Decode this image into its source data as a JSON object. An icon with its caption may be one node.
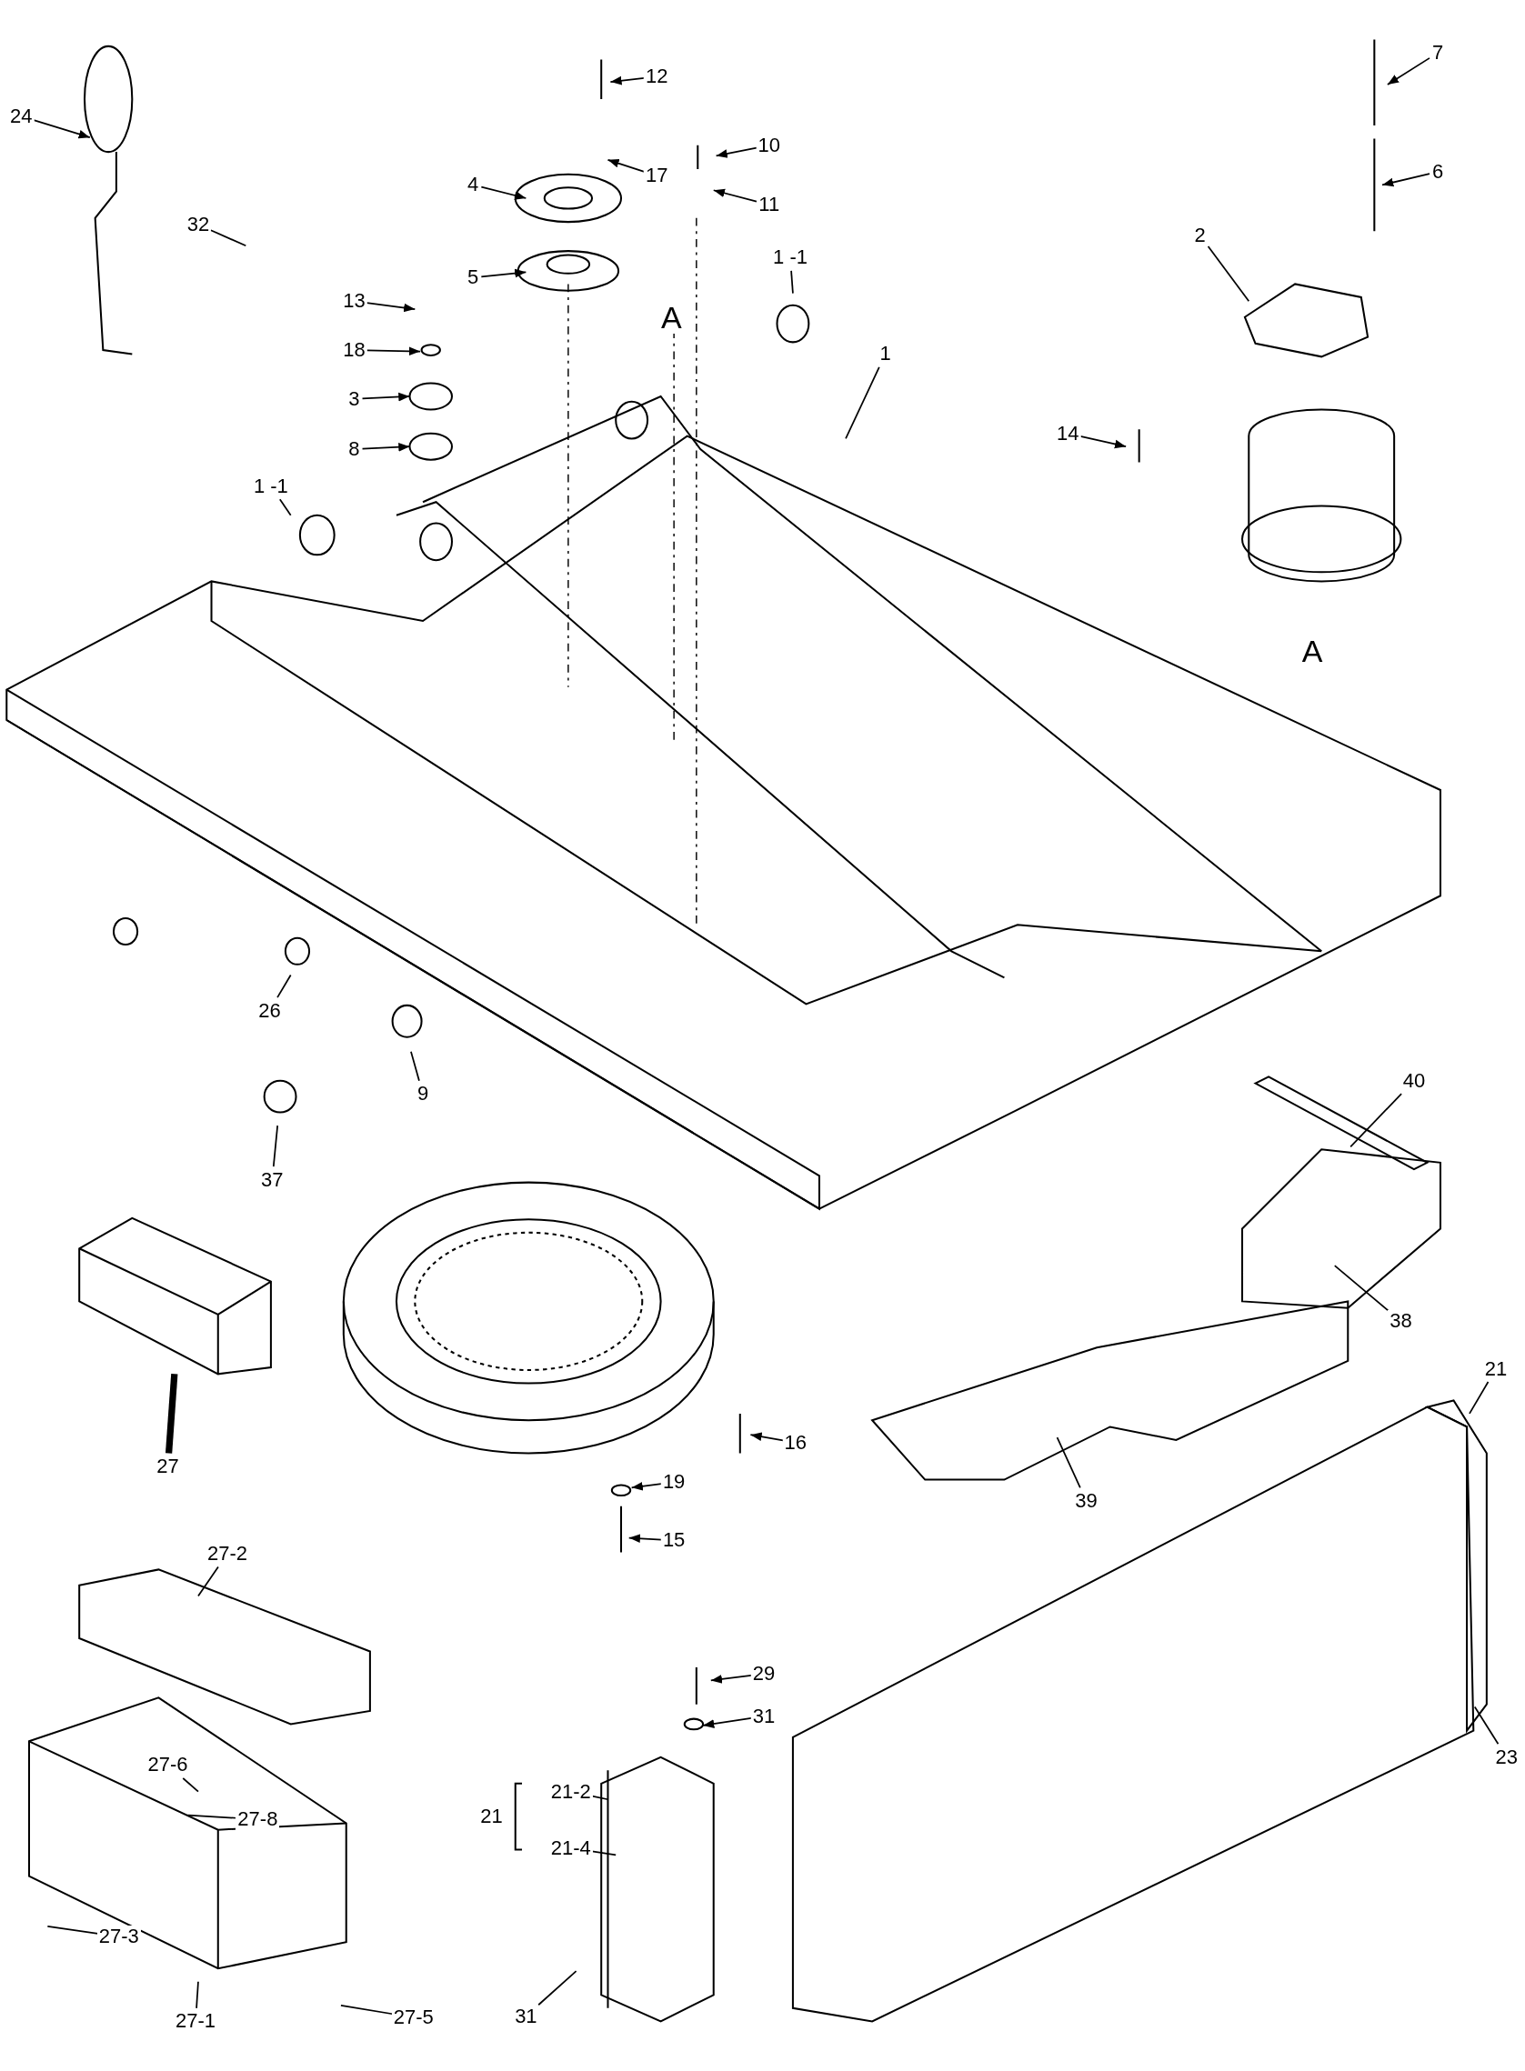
{
  "diagram": {
    "nodes": [
      {
        "text": [
          "24"
        ]
      },
      {
        "text": [
          "32"
        ]
      },
      {
        "text": [
          "12"
        ]
      },
      {
        "text": [
          "17"
        ]
      },
      {
        "text": [
          "10"
        ]
      },
      {
        "text": [
          "11"
        ]
      },
      {
        "text": [
          "4"
        ]
      },
      {
        "text": [
          "5"
        ]
      },
      {
        "text": [
          "13"
        ]
      },
      {
        "text": [
          "18"
        ]
      },
      {
        "text": [
          "3"
        ]
      },
      {
        "text": [
          "8"
        ]
      },
      {
        "text": [
          "1 -1"
        ]
      },
      {
        "text": [
          "1"
        ]
      },
      {
        "text": [
          "7"
        ]
      },
      {
        "text": [
          "6"
        ]
      },
      {
        "text": [
          "2"
        ]
      },
      {
        "text": [
          "14"
        ]
      },
      {
        "text": [
          "1 -1"
        ]
      },
      {
        "text": [
          "26"
        ]
      },
      {
        "text": [
          "9"
        ]
      },
      {
        "text": [
          "37"
        ]
      },
      {
        "text": [
          "40"
        ]
      },
      {
        "text": [
          "38"
        ]
      },
      {
        "text": [
          "27"
        ]
      },
      {
        "text": [
          "39"
        ]
      },
      {
        "text": [
          "21"
        ]
      },
      {
        "text": [
          "16"
        ]
      },
      {
        "text": [
          "19"
        ]
      },
      {
        "text": [
          "15"
        ]
      },
      {
        "text": [
          "27-2"
        ]
      },
      {
        "text": [
          "29"
        ]
      },
      {
        "text": [
          "31"
        ]
      },
      {
        "text": [
          "23"
        ]
      },
      {
        "text": [
          "27-6"
        ]
      },
      {
        "text": [
          "27-8"
        ]
      },
      {
        "text": [
          "21-2"
        ]
      },
      {
        "text": [
          "21-4"
        ]
      },
      {
        "text": [
          "27-3"
        ]
      },
      {
        "text": [
          "27-1"
        ]
      },
      {
        "text": [
          "27-5"
        ]
      },
      {
        "text": [
          "31"
        ]
      },
      {
        "text": [
          "21"
        ]
      }
    ],
    "edges": [
      {
        "from": 0,
        "to": null,
        "arrow": "to"
      },
      {
        "from": 1,
        "to": null,
        "arrow": "none"
      },
      {
        "from": 2,
        "to": null,
        "arrow": "to"
      },
      {
        "from": 3,
        "to": null,
        "arrow": "to"
      },
      {
        "from": 4,
        "to": null,
        "arrow": "to"
      },
      {
        "from": 5,
        "to": null,
        "arrow": "to"
      },
      {
        "from": 6,
        "to": null,
        "arrow": "to"
      },
      {
        "from": 7,
        "to": null,
        "arrow": "to"
      },
      {
        "from": 8,
        "to": null,
        "arrow": "to"
      },
      {
        "from": 9,
        "to": null,
        "arrow": "to"
      },
      {
        "from": 10,
        "to": null,
        "arrow": "to"
      },
      {
        "from": 11,
        "to": null,
        "arrow": "to"
      },
      {
        "from": 12,
        "to": null,
        "arrow": "none"
      },
      {
        "from": 13,
        "to": null,
        "arrow": "none"
      },
      {
        "from": 14,
        "to": null,
        "arrow": "to"
      },
      {
        "from": 15,
        "to": null,
        "arrow": "to"
      },
      {
        "from": 16,
        "to": null,
        "arrow": "none"
      },
      {
        "from": 17,
        "to": null,
        "arrow": "to"
      },
      {
        "from": 18,
        "to": null,
        "arrow": "none"
      },
      {
        "from": 19,
        "to": null,
        "arrow": "none"
      },
      {
        "from": 20,
        "to": null,
        "arrow": "none"
      },
      {
        "from": 21,
        "to": null,
        "arrow": "none"
      },
      {
        "from": 22,
        "to": null,
        "arrow": "none"
      },
      {
        "from": 23,
        "to": null,
        "arrow": "none"
      },
      {
        "from": 24,
        "to": null,
        "arrow": "none",
        "style": "thick"
      },
      {
        "from": 25,
        "to": null,
        "arrow": "none"
      },
      {
        "from": 26,
        "to": null,
        "arrow": "none"
      },
      {
        "from": 27,
        "to": null,
        "arrow": "to"
      },
      {
        "from": 28,
        "to": null,
        "arrow": "to"
      },
      {
        "from": 29,
        "to": null,
        "arrow": "to"
      },
      {
        "from": 30,
        "to": null,
        "arrow": "none"
      },
      {
        "from": 31,
        "to": null,
        "arrow": "to"
      },
      {
        "from": 32,
        "to": null,
        "arrow": "to"
      },
      {
        "from": 33,
        "to": null,
        "arrow": "none"
      },
      {
        "from": 34,
        "to": null,
        "arrow": "none"
      },
      {
        "from": 35,
        "to": null,
        "arrow": "none"
      },
      {
        "from": 36,
        "to": null,
        "arrow": "none"
      },
      {
        "from": 37,
        "to": null,
        "arrow": "none"
      },
      {
        "from": 38,
        "to": null,
        "arrow": "none"
      },
      {
        "from": 39,
        "to": null,
        "arrow": "none"
      },
      {
        "from": 40,
        "to": null,
        "arrow": "none"
      },
      {
        "from": 41,
        "to": null,
        "arrow": "none"
      }
    ],
    "labels": [
      "A",
      "A"
    ]
  }
}
